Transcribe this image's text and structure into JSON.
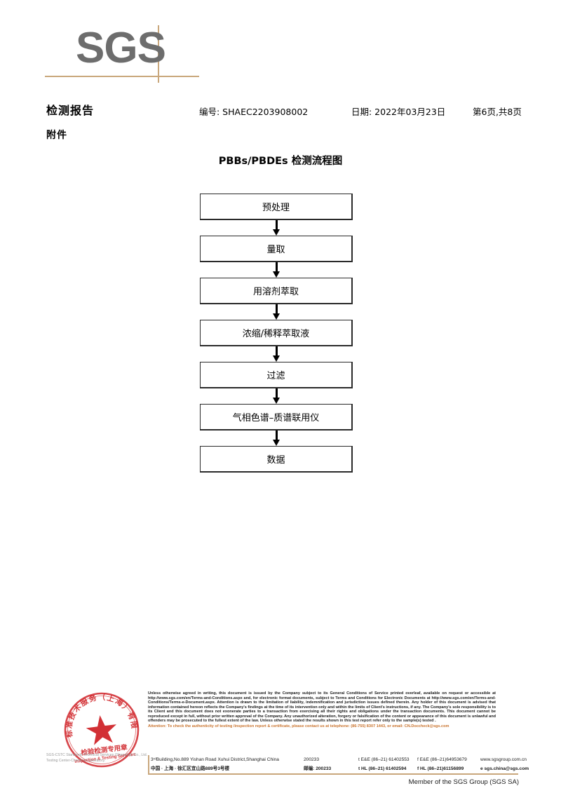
{
  "logo": {
    "text": "SGS",
    "color": "#6d6d6d",
    "rule_color": "#c9a77c"
  },
  "header": {
    "title": "检测报告",
    "subtitle": "附件",
    "report_no": "编号: SHAEC2203908002",
    "date": "日期: 2022年03月23日",
    "page": "第6页,共8页"
  },
  "flowchart": {
    "title": "PBBs/PBDEs 检测流程图",
    "nodes": [
      {
        "label": "预处理"
      },
      {
        "label": "量取"
      },
      {
        "label": "用溶剂萃取"
      },
      {
        "label": "浓缩/稀释萃取液"
      },
      {
        "label": "过滤"
      },
      {
        "label": "气相色谱–质谱联用仪"
      },
      {
        "label": "数据"
      }
    ]
  },
  "stamp": {
    "outer_text": "上海标准技术服务（上海）有限公司",
    "line1": "检验检测专用章",
    "line2": "Inspection & Testing Services",
    "color": "#d0252a",
    "caption_line1": "SGS-CSTC Standards Technical Services (Shanghai) Co., Ltd.",
    "caption_line2": "Testing Center-Chemical Laboratory."
  },
  "legal": {
    "paragraph": "Unless otherwise agreed in writing, this document is issued by the Company subject to its General Conditions of Service printed overleaf, available on request or accessible at http://www.sgs.com/en/Terms-and-Conditions.aspx and, for electronic format documents, subject to Terms and Conditions for Electronic Documents at http://www.sgs.com/en/Terms-and-Conditions/Terms-e-Document.aspx. Attention is drawn to the limitation of liability, indemnification and jurisdiction issues defined therein. Any holder of this document is advised that information contained hereon reflects the Company's findings at the time of its intervention only and within the limits of Client's instructions, if any. The Company's sole responsibility is to its Client and this document does not exonerate parties to a transaction from exercising all their rights and obligations under the transaction documents. This document cannot be reproduced except in full, without prior written approval of the Company. Any unauthorized alteration, forgery or falsification of the content or appearance of this document is unlawful and offenders may be prosecuted to the fullest extent of the law. Unless otherwise stated the results shown in this test report refer only to the sample(s) tested .",
    "attention": "Attention: To check the authenticity of testing /inspection report & certificate, please contact us at telephone: (86-755) 8307 1443, or email: CN.Doccheck@sgs.com",
    "attention_color": "#c8722c"
  },
  "address": {
    "en": {
      "addr": "3ʳᵈBuilding,No.889 Yishan Road Xuhui District,Shanghai China",
      "zip": "200233",
      "phone1": "t E&E (86–21) 61402553",
      "phone2": "f E&E (86–21)64953679",
      "web": "www.sgsgroup.com.cn"
    },
    "cn": {
      "addr": "中国 · 上海 · 徐汇区宜山路889号3号楼",
      "zip": "邮编: 200233",
      "phone1": "t HL (86–21) 61402594",
      "phone2": "f HL (86–21)61156899",
      "web": "e sgs.china@sgs.com"
    }
  },
  "footer": {
    "member": "Member of the SGS Group (SGS SA)"
  }
}
